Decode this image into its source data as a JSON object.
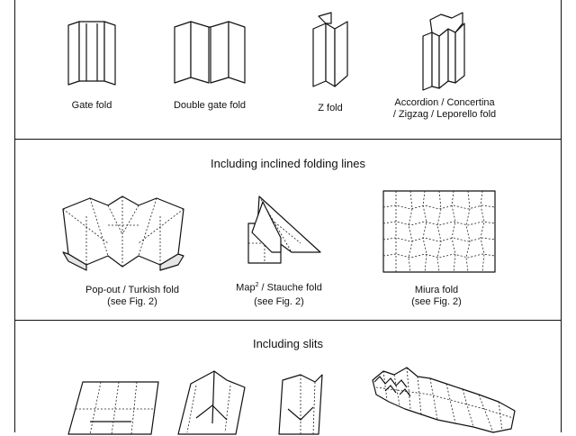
{
  "section1": {
    "items": [
      {
        "label": "Gate fold"
      },
      {
        "label": "Double gate fold"
      },
      {
        "label": "Z fold"
      },
      {
        "label_line1": "Accordion / Concertina",
        "label_line2": "/ Zigzag / Leporello fold"
      }
    ]
  },
  "section2": {
    "heading": "Including inclined folding lines",
    "items": [
      {
        "label_line1": "Pop-out / Turkish fold",
        "label_line2": "(see Fig. 2)"
      },
      {
        "label_pre": "Map",
        "label_sup": "2",
        "label_post": " / Stauche fold",
        "label_line2": "(see Fig. 2)"
      },
      {
        "label_line1": "Miura fold",
        "label_line2": "(see Fig. 2)"
      }
    ]
  },
  "section3": {
    "heading": "Including slits"
  }
}
